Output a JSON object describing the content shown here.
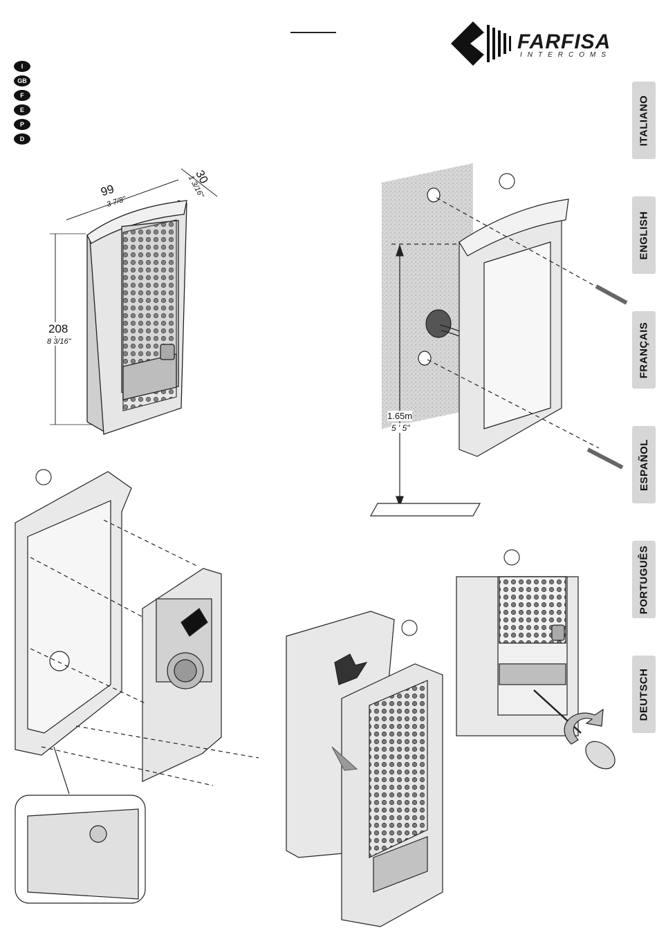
{
  "header": {
    "brand": "FARFISA",
    "tagline": "INTERCOMS"
  },
  "languages": {
    "badges": [
      "I",
      "GB",
      "F",
      "E",
      "P",
      "D"
    ],
    "tabs": [
      "ITALIANO",
      "ENGLISH",
      "FRANÇAIS",
      "ESPAÑOL",
      "PORTUGUÊS",
      "DEUTSCH"
    ]
  },
  "dimensions": {
    "width_mm": "99",
    "width_in": "3 7/8\"",
    "depth_mm": "30",
    "depth_in": "1 3/16\"",
    "height_mm": "208",
    "height_in": "8 3/16\""
  },
  "mounting": {
    "height_m": "1.65m",
    "height_ft": "5 ' 5\""
  },
  "colors": {
    "panel": "#d9d9d9",
    "panel_dark": "#8c8c8c",
    "wall": "#d4d4d4",
    "accent": "#111111"
  }
}
